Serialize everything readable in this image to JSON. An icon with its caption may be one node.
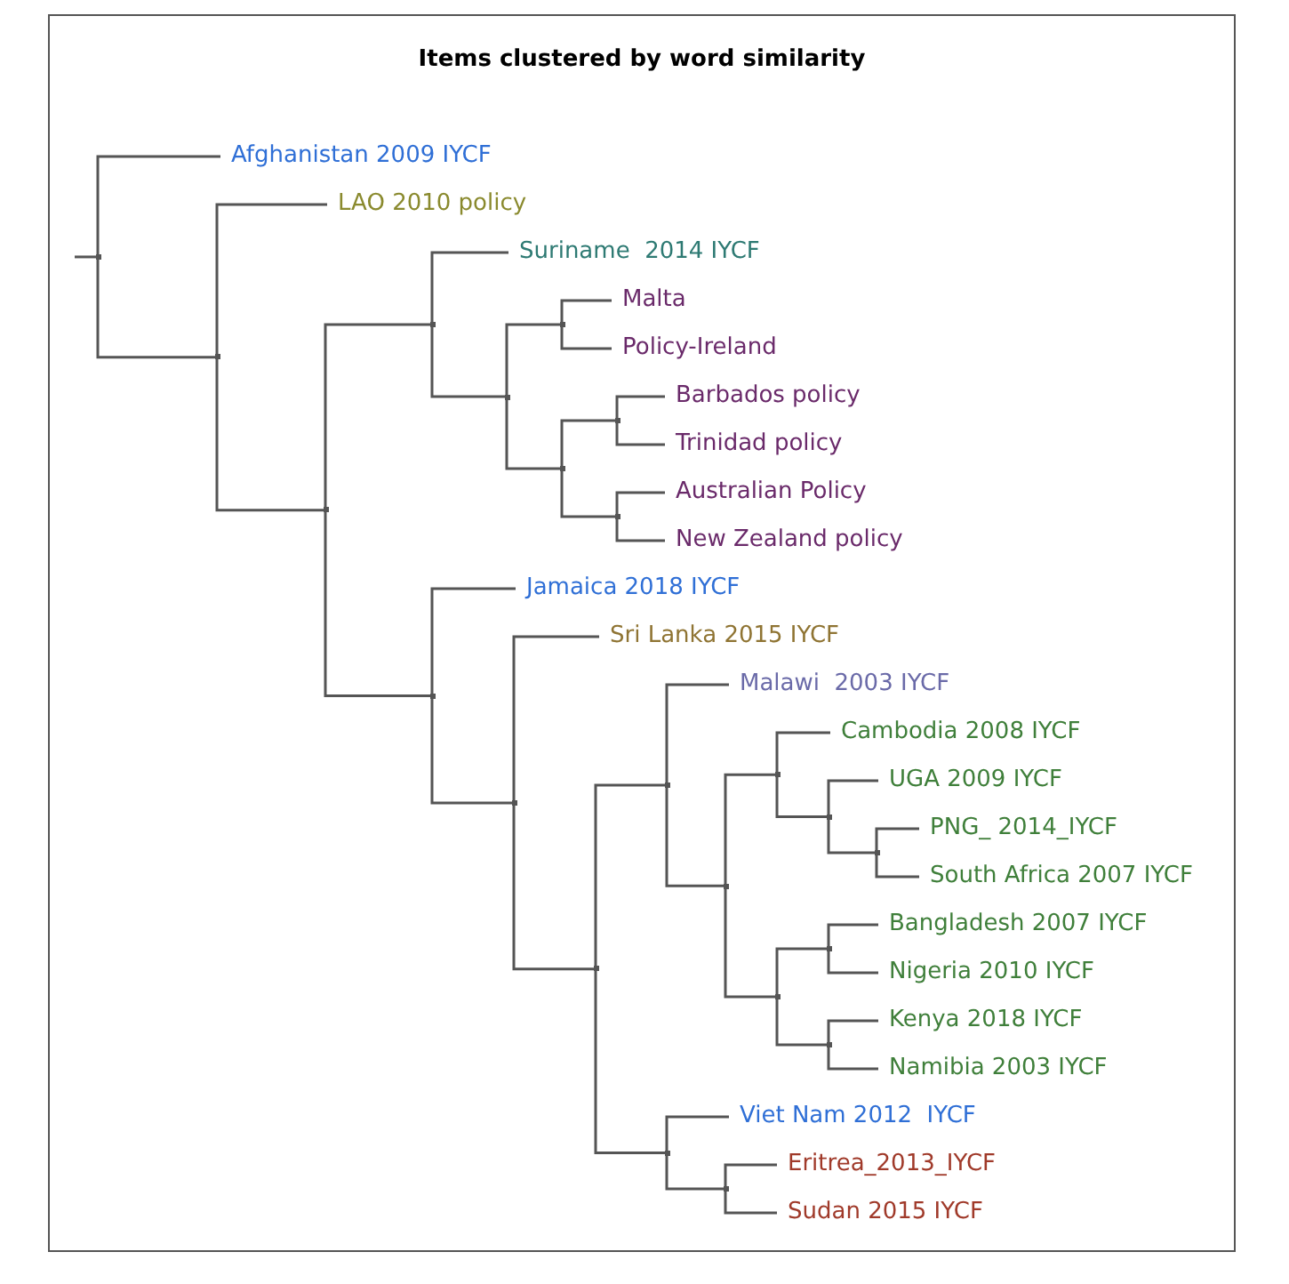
{
  "diagram": {
    "title": "Items clustered by word similarity",
    "nodes": [
      {
        "text": [],
        "shape": "point"
      },
      {
        "text": [
          "Afghanistan 2009 IYCF"
        ]
      },
      {
        "text": [],
        "shape": "point"
      },
      {
        "text": [
          "LAO 2010 policy"
        ]
      },
      {
        "text": [],
        "shape": "point"
      },
      {
        "text": [],
        "shape": "point"
      },
      {
        "text": [
          "Suriname  2014 IYCF"
        ]
      },
      {
        "text": [],
        "shape": "point"
      },
      {
        "text": [],
        "shape": "point"
      },
      {
        "text": [
          "Malta"
        ]
      },
      {
        "text": [
          "Policy-Ireland"
        ]
      },
      {
        "text": [],
        "shape": "point"
      },
      {
        "text": [],
        "shape": "point"
      },
      {
        "text": [
          "Barbados policy"
        ]
      },
      {
        "text": [
          "Trinidad policy"
        ]
      },
      {
        "text": [],
        "shape": "point"
      },
      {
        "text": [
          "Australian Policy"
        ]
      },
      {
        "text": [
          "New Zealand policy"
        ]
      },
      {
        "text": [],
        "shape": "point"
      },
      {
        "text": [
          "Jamaica 2018 IYCF"
        ]
      },
      {
        "text": [],
        "shape": "point"
      },
      {
        "text": [
          "Sri Lanka 2015 IYCF"
        ]
      },
      {
        "text": [],
        "shape": "point"
      },
      {
        "text": [],
        "shape": "point"
      },
      {
        "text": [
          "Malawi  2003 IYCF"
        ]
      },
      {
        "text": [],
        "shape": "point"
      },
      {
        "text": [],
        "shape": "point"
      },
      {
        "text": [
          "Cambodia 2008 IYCF"
        ]
      },
      {
        "text": [],
        "shape": "point"
      },
      {
        "text": [
          "UGA 2009 IYCF"
        ]
      },
      {
        "text": [],
        "shape": "point"
      },
      {
        "text": [
          "PNG_ 2014_IYCF"
        ]
      },
      {
        "text": [
          "South Africa 2007 IYCF"
        ]
      },
      {
        "text": [],
        "shape": "point"
      },
      {
        "text": [],
        "shape": "point"
      },
      {
        "text": [
          "Bangladesh 2007 IYCF"
        ]
      },
      {
        "text": [
          "Nigeria 2010 IYCF"
        ]
      },
      {
        "text": [],
        "shape": "point"
      },
      {
        "text": [
          "Kenya 2018 IYCF"
        ]
      },
      {
        "text": [
          "Namibia 2003 IYCF"
        ]
      },
      {
        "text": [],
        "shape": "point"
      },
      {
        "text": [
          "Viet Nam 2012  IYCF"
        ]
      },
      {
        "text": [],
        "shape": "point"
      },
      {
        "text": [
          "Eritrea_2013_IYCF"
        ]
      },
      {
        "text": [
          "Sudan 2015 IYCF"
        ]
      }
    ],
    "edges": [
      {
        "from": null,
        "to": 0,
        "arrow": "none"
      },
      {
        "from": 0,
        "to": 1,
        "arrow": "none"
      },
      {
        "from": 0,
        "to": 2,
        "arrow": "none"
      },
      {
        "from": 2,
        "to": 3,
        "arrow": "none"
      },
      {
        "from": 2,
        "to": 4,
        "arrow": "none"
      },
      {
        "from": 4,
        "to": 5,
        "arrow": "none"
      },
      {
        "from": 4,
        "to": 18,
        "arrow": "none"
      },
      {
        "from": 5,
        "to": 6,
        "arrow": "none"
      },
      {
        "from": 5,
        "to": 7,
        "arrow": "none"
      },
      {
        "from": 7,
        "to": 8,
        "arrow": "none"
      },
      {
        "from": 7,
        "to": 11,
        "arrow": "none"
      },
      {
        "from": 8,
        "to": 9,
        "arrow": "none"
      },
      {
        "from": 8,
        "to": 10,
        "arrow": "none"
      },
      {
        "from": 11,
        "to": 12,
        "arrow": "none"
      },
      {
        "from": 11,
        "to": 15,
        "arrow": "none"
      },
      {
        "from": 12,
        "to": 13,
        "arrow": "none"
      },
      {
        "from": 12,
        "to": 14,
        "arrow": "none"
      },
      {
        "from": 15,
        "to": 16,
        "arrow": "none"
      },
      {
        "from": 15,
        "to": 17,
        "arrow": "none"
      },
      {
        "from": 18,
        "to": 19,
        "arrow": "none"
      },
      {
        "from": 18,
        "to": 20,
        "arrow": "none"
      },
      {
        "from": 20,
        "to": 21,
        "arrow": "none"
      },
      {
        "from": 20,
        "to": 22,
        "arrow": "none"
      },
      {
        "from": 22,
        "to": 23,
        "arrow": "none"
      },
      {
        "from": 22,
        "to": 40,
        "arrow": "none"
      },
      {
        "from": 23,
        "to": 24,
        "arrow": "none"
      },
      {
        "from": 23,
        "to": 25,
        "arrow": "none"
      },
      {
        "from": 25,
        "to": 26,
        "arrow": "none"
      },
      {
        "from": 25,
        "to": 33,
        "arrow": "none"
      },
      {
        "from": 26,
        "to": 27,
        "arrow": "none"
      },
      {
        "from": 26,
        "to": 28,
        "arrow": "none"
      },
      {
        "from": 28,
        "to": 29,
        "arrow": "none"
      },
      {
        "from": 28,
        "to": 30,
        "arrow": "none"
      },
      {
        "from": 30,
        "to": 31,
        "arrow": "none"
      },
      {
        "from": 30,
        "to": 32,
        "arrow": "none"
      },
      {
        "from": 33,
        "to": 34,
        "arrow": "none"
      },
      {
        "from": 33,
        "to": 37,
        "arrow": "none"
      },
      {
        "from": 34,
        "to": 35,
        "arrow": "none"
      },
      {
        "from": 34,
        "to": 36,
        "arrow": "none"
      },
      {
        "from": 37,
        "to": 38,
        "arrow": "none"
      },
      {
        "from": 37,
        "to": 39,
        "arrow": "none"
      },
      {
        "from": 40,
        "to": 41,
        "arrow": "none"
      },
      {
        "from": 40,
        "to": 42,
        "arrow": "none"
      },
      {
        "from": 42,
        "to": 43,
        "arrow": "none"
      },
      {
        "from": 42,
        "to": 44,
        "arrow": "none"
      }
    ]
  }
}
